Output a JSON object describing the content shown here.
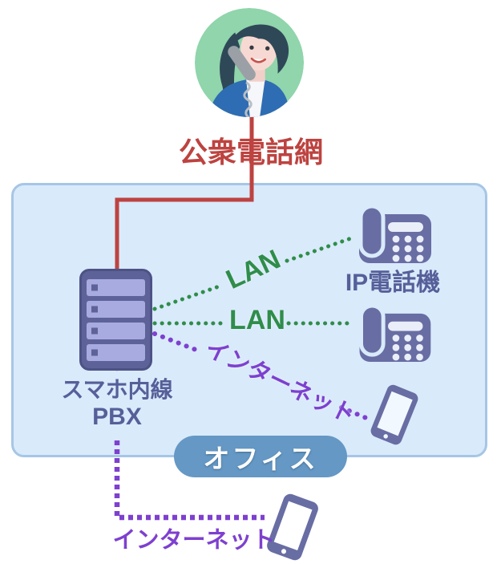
{
  "labels": {
    "pstn": "公衆電話網",
    "lan1": "LAN",
    "lan2": "LAN",
    "internet_inside": "インターネット",
    "internet_outside": "インターネット",
    "pbx_line1": "スマホ内線",
    "pbx_line2": "PBX",
    "ip_phone": "IP電話機",
    "office": "オフィス"
  },
  "colors": {
    "pstn_red": "#bd4340",
    "lan_green": "#2f8d4a",
    "internet_purple": "#7e40cf",
    "device_slate": "#686da3",
    "pbx_body": "#5d6298",
    "pbx_bar": "#a8abdf",
    "label_slate": "#575f99",
    "office_fill": "#d9eafb",
    "office_border": "#a6c6e6",
    "badge_blue": "#6598c4",
    "avatar_green": "#90d5ab"
  },
  "diagram": {
    "container_label": "オフィス",
    "nodes": [
      {
        "id": "caller",
        "type": "person-on-phone-avatar"
      },
      {
        "id": "pbx",
        "label": "スマホ内線 PBX",
        "type": "server"
      },
      {
        "id": "ip-phone-1",
        "label": "IP電話機",
        "type": "desk-phone"
      },
      {
        "id": "ip-phone-2",
        "type": "desk-phone"
      },
      {
        "id": "smartphone-office",
        "type": "smartphone"
      },
      {
        "id": "smartphone-remote",
        "type": "smartphone"
      }
    ],
    "edges": [
      {
        "from": "caller",
        "to": "pbx",
        "label": "公衆電話網",
        "style": "solid",
        "color": "#bd4340"
      },
      {
        "from": "pbx",
        "to": "ip-phone-1",
        "label": "LAN",
        "style": "dotted",
        "color": "#2f8d4a"
      },
      {
        "from": "pbx",
        "to": "ip-phone-2",
        "label": "LAN",
        "style": "dotted",
        "color": "#2f8d4a"
      },
      {
        "from": "pbx",
        "to": "smartphone-office",
        "label": "インターネット",
        "style": "dotted",
        "color": "#7e40cf"
      },
      {
        "from": "pbx",
        "to": "smartphone-remote",
        "label": "インターネット",
        "style": "dotted",
        "color": "#7e40cf"
      }
    ]
  }
}
